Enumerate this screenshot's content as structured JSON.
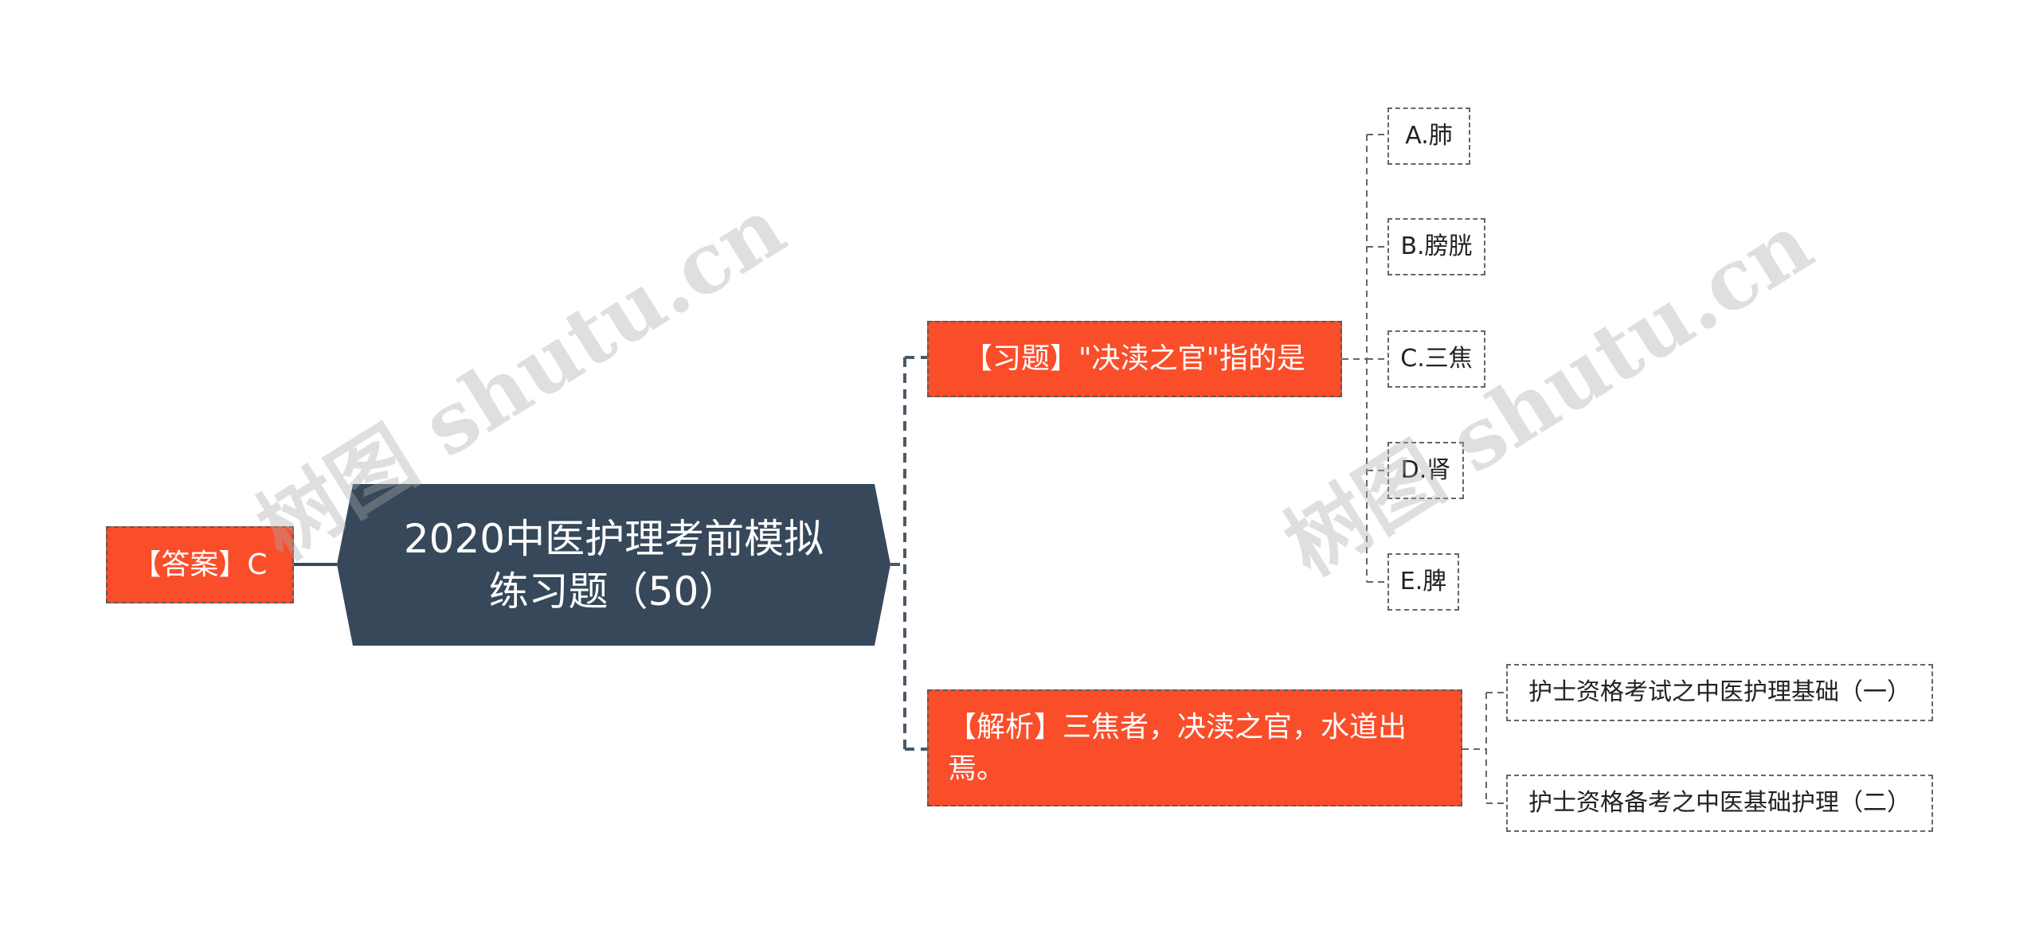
{
  "root": {
    "text": "2020中医护理考前模拟练习题（50）",
    "fill": "#36485a"
  },
  "answer": {
    "text": "【答案】C"
  },
  "question": {
    "text": "【习题】\"决渎之官\"指的是",
    "options": [
      "A.肺",
      "B.膀胱",
      "C.三焦",
      "D.肾",
      "E.脾"
    ]
  },
  "analysis": {
    "text": "【解析】三焦者，决渎之官，水道出焉。",
    "links": [
      "护士资格考试之中医护理基础（一）",
      "护士资格备考之中医基础护理（二）"
    ]
  },
  "watermark": {
    "text": "树图 shutu.cn"
  },
  "colors": {
    "accent": "#fa4d2a",
    "root": "#36485a",
    "line": "#4a5a6a"
  }
}
